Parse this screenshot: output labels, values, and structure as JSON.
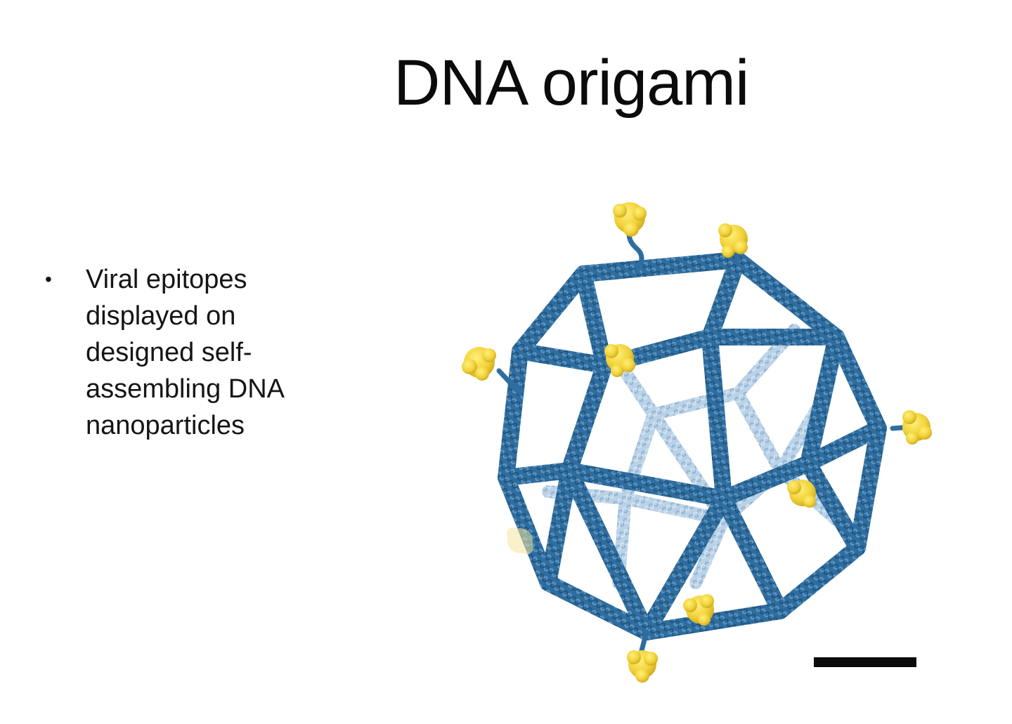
{
  "slide": {
    "title": "DNA origami",
    "bullets": [
      {
        "marker": "•",
        "text": "Viral epitopes displayed on designed self-assembling DNA nanoparticles"
      }
    ]
  },
  "figure": {
    "subject": "dna-nanoparticle-image",
    "colors": {
      "strand_front": "#2f6d9e",
      "strand_front_highlight": "#5a93c2",
      "strand_back": "#a9c6df",
      "epitope": "#f2d23a",
      "epitope_dim": "#f3e7a2",
      "scale_bar": "#0a0a0a"
    }
  }
}
